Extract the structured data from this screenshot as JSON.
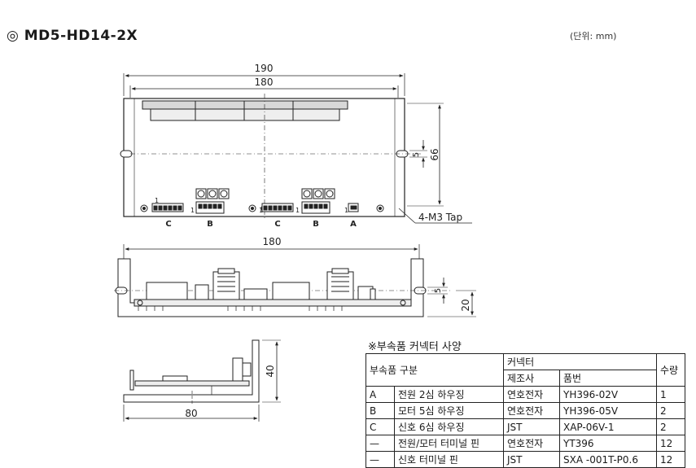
{
  "title": "◎ MD5-HD14-2X",
  "unit_note": "(단위: mm)",
  "top_view": {
    "dim_overall_width": "190",
    "dim_inner_width": "180",
    "dim_height": "66",
    "dim_slot": "5",
    "tap_label": "4-M3 Tap",
    "connector_labels": [
      "C",
      "B",
      "C",
      "B",
      "A"
    ],
    "pin_one_mark": "1"
  },
  "front_view": {
    "dim_width": "180",
    "dim_slot": "5",
    "dim_height": "20"
  },
  "side_view": {
    "dim_width": "80",
    "dim_height": "40"
  },
  "accessory_table": {
    "title": "※부속품 커넥터 사양",
    "header": {
      "category": "부속품 구분",
      "connector": "커넥터",
      "maker": "제조사",
      "part_no": "품번",
      "qty": "수량"
    },
    "rows": [
      {
        "code": "A",
        "name": "전원 2심 하우징",
        "maker": "연호전자",
        "part": "YH396-02V",
        "qty": "1"
      },
      {
        "code": "B",
        "name": "모터 5심 하우징",
        "maker": "연호전자",
        "part": "YH396-05V",
        "qty": "2"
      },
      {
        "code": "C",
        "name": "신호 6심 하우징",
        "maker": "JST",
        "part": "XAP-06V-1",
        "qty": "2"
      },
      {
        "code": "—",
        "name": "전원/모터 터미널 핀",
        "maker": "연호전자",
        "part": "YT396",
        "qty": "12"
      },
      {
        "code": "—",
        "name": "신호 터미널 핀",
        "maker": "JST",
        "part": "SXA -001T-P0.6",
        "qty": "12"
      }
    ]
  }
}
